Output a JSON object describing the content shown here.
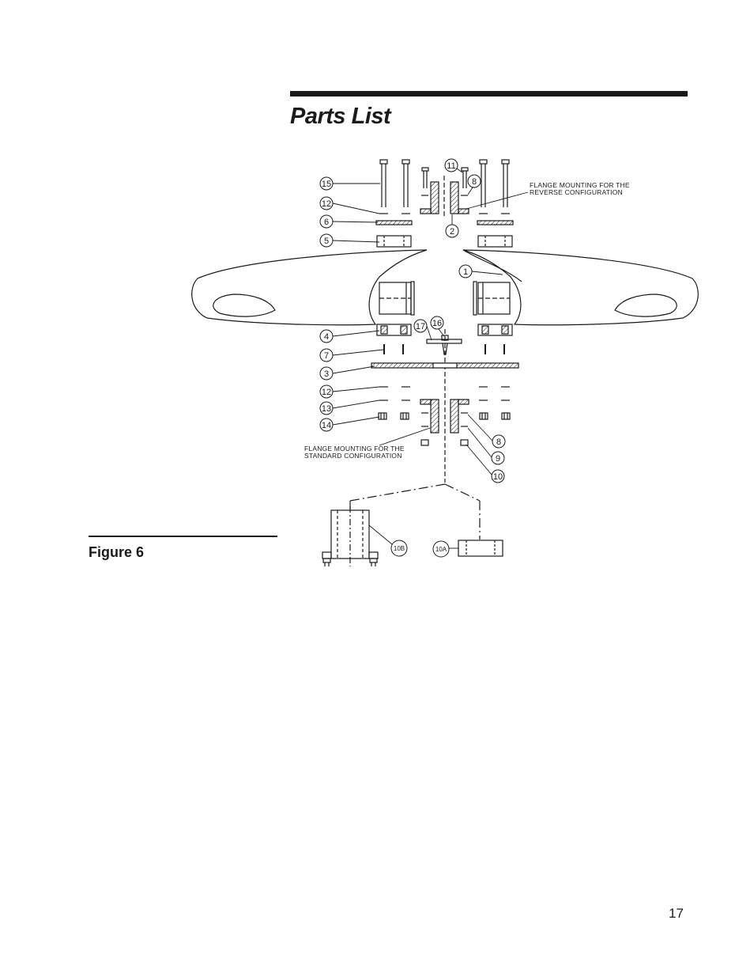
{
  "page": {
    "title": "Parts List",
    "figure_label": "Figure 6",
    "page_number": "17"
  },
  "diagram": {
    "notes": {
      "reverse_line1": "FLANGE MOUNTING FOR THE",
      "reverse_line2": "REVERSE CONFIGURATION",
      "standard_line1": "FLANGE MOUNTING FOR THE",
      "standard_line2": "STANDARD CONFIGURATION"
    },
    "callouts": {
      "c15": "15",
      "c12a": "12",
      "c6": "6",
      "c5": "5",
      "c11": "11",
      "c8a": "8",
      "c2": "2",
      "c1": "1",
      "c4": "4",
      "c17": "17",
      "c16": "16",
      "c7": "7",
      "c3": "3",
      "c12b": "12",
      "c13": "13",
      "c14": "14",
      "c8b": "8",
      "c9": "9",
      "c10": "10",
      "c10b": "10B",
      "c10a": "10A"
    }
  }
}
